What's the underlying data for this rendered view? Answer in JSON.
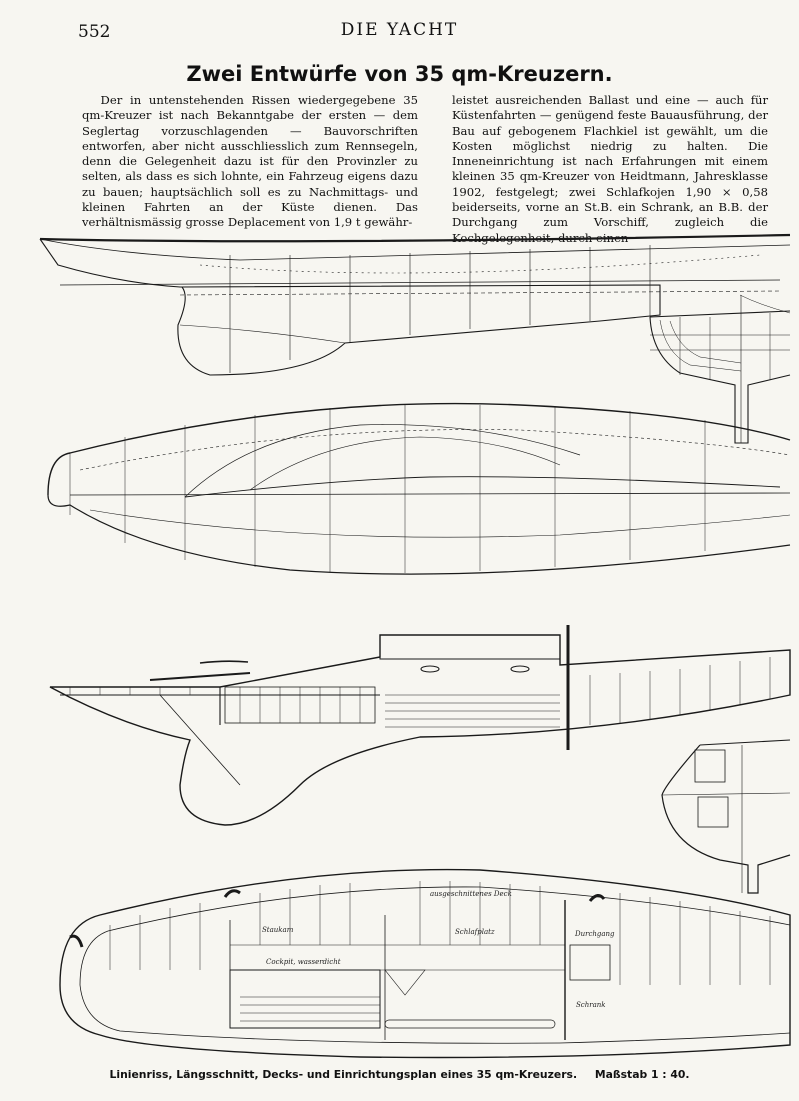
{
  "header": {
    "page_number": "552",
    "running_head": "DIE YACHT"
  },
  "article": {
    "title": "Zwei Entwürfe von 35 qm-Kreuzern.",
    "left_column": "Der in untenstehenden Rissen wiedergegebene 35 qm-Kreuzer ist nach Bekanntgabe der ersten — dem Seglertag vorzuschlagenden — Bauvorschriften entworfen, aber nicht ausschliesslich zum Rennsegeln, denn die Gelegenheit dazu ist für den Provinzler zu selten, als dass es sich lohnte, ein Fahrzeug eigens dazu zu bauen; hauptsächlich soll es zu Nachmittags- und kleinen Fahrten an der Küste dienen. Das verhältnismässig grosse Deplacement von 1,9 t gewähr-",
    "right_column": "leistet ausreichenden Ballast und eine — auch für Küstenfahrten — genügend feste Bauausführung, der Bau auf gebogenem Flachkiel ist gewählt, um die Kosten möglichst niedrig zu halten. Die Inneneinrichtung ist nach Erfahrungen mit einem kleinen 35 qm-Kreuzer von Heidtmann, Jahresklasse 1902, festgelegt; zwei Schlafkojen 1,90 × 0,58 beiderseits, vorne an St.B. ein Schrank, an B.B. der Durchgang zum Vorschiff, zugleich die Kochgelegenheit, durch einen"
  },
  "drawing_labels": {
    "deck": "ausgeschnittenes Deck",
    "berth_left": "Staukam",
    "berth_right": "Schlafplatz",
    "cockpit": "Cockpit, wasserdicht",
    "passage": "Durchgang",
    "locker": "Schrank"
  },
  "caption": {
    "text": "Linienriss, Längsschnitt, Decks- und Einrichtungsplan eines 35 qm-Kreuzers.",
    "scale": "Maßstab 1 : 40."
  }
}
